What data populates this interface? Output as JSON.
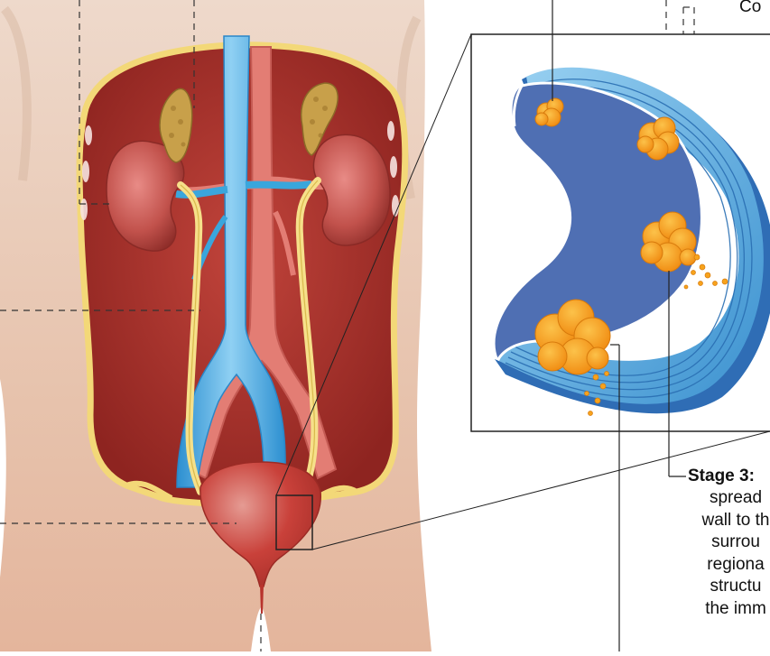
{
  "labels": {
    "connective": "Co",
    "stage3_title": "Stage 3:",
    "stage3_lines": [
      "spread",
      "wall to th",
      "surrou",
      "regiona",
      "structu",
      "the imm"
    ]
  },
  "colors": {
    "skin": "#e8c9b5",
    "body_cavity": "#a8302a",
    "vein": "#3aa6dc",
    "artery": "#e07a70",
    "ureter": "#f6e08a",
    "bladder": "#c9413a",
    "tumor": "#f7a31c",
    "bladder_lumen": "#4f6fb3",
    "bladder_wall": "#6cb8e6"
  }
}
